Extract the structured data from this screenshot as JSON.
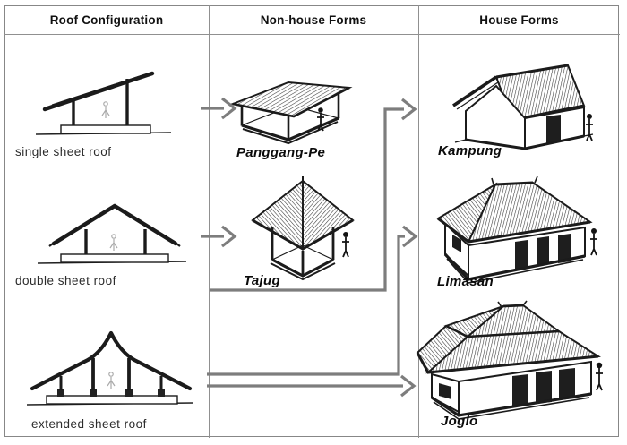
{
  "header": {
    "col1": "Roof Configuration",
    "col2": "Non-house Forms",
    "col3": "House Forms"
  },
  "roof_configurations": [
    {
      "label": "single sheet roof",
      "sketch": "single-sheet-roof-section-sketch"
    },
    {
      "label": "double sheet roof",
      "sketch": "double-sheet-roof-section-sketch"
    },
    {
      "label": "extended sheet roof",
      "sketch": "extended-sheet-roof-section-sketch"
    }
  ],
  "non_house_forms": [
    {
      "label": "Panggang-Pe",
      "sketch": "panggang-pe-pavilion-sketch"
    },
    {
      "label": "Tajug",
      "sketch": "tajug-pavilion-sketch"
    }
  ],
  "house_forms": [
    {
      "label": "Kampung",
      "sketch": "kampung-house-sketch"
    },
    {
      "label": "Limasan",
      "sketch": "limasan-house-sketch"
    },
    {
      "label": "Joglo",
      "sketch": "joglo-house-sketch"
    }
  ],
  "connections": [
    {
      "from": "single sheet roof",
      "to": "Panggang-Pe"
    },
    {
      "from": "double sheet roof",
      "to": "Tajug"
    },
    {
      "from": "double sheet roof",
      "to": "Kampung"
    },
    {
      "from": "extended sheet roof",
      "to": "Limasan"
    },
    {
      "from": "extended sheet roof",
      "to": "Joglo"
    }
  ],
  "colors": {
    "arrow": "#7d7d7d",
    "table_border": "#878787",
    "sketch_ink": "#1b1b1b",
    "background": "#ffffff",
    "roof_label_text": "#2c2c2c",
    "form_label_text": "#0b0b0b"
  }
}
